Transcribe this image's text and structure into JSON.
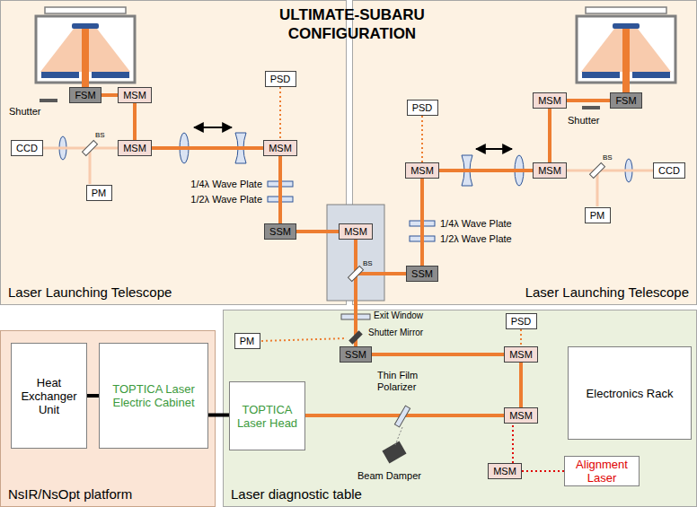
{
  "diagram": {
    "title": "ULTIMATE-SUBARU CONFIGURATION",
    "nodes": [
      {
        "text": [
          "Laser Launching Telescope"
        ]
      },
      {
        "text": [
          "FSM"
        ],
        "in": 0
      },
      {
        "text": [
          "MSM"
        ],
        "in": 0
      },
      {
        "text": [
          "MSM"
        ],
        "in": 0
      },
      {
        "text": [
          "MSM"
        ],
        "in": 0
      },
      {
        "text": [
          "PSD"
        ],
        "in": 0
      },
      {
        "text": [
          "SSM"
        ],
        "in": 0
      },
      {
        "text": [
          "CCD"
        ],
        "in": 0
      },
      {
        "text": [
          "PM"
        ],
        "in": 0
      },
      {
        "text": [
          "Laser Launching Telescope"
        ]
      },
      {
        "text": [
          "PSD"
        ],
        "in": 9
      },
      {
        "text": [
          "MSM"
        ],
        "in": 9
      },
      {
        "text": [
          "MSM"
        ],
        "in": 9
      },
      {
        "text": [
          "MSM"
        ],
        "in": 9
      },
      {
        "text": [
          "FSM"
        ],
        "in": 9
      },
      {
        "text": [
          "SSM"
        ],
        "in": 9
      },
      {
        "text": [
          "CCD"
        ],
        "in": 9
      },
      {
        "text": [
          "PM"
        ],
        "in": 9
      },
      {
        "text": [
          "MSM"
        ]
      },
      {
        "text": [
          "Laser diagnostic table"
        ]
      },
      {
        "text": [
          "PM"
        ],
        "in": 19
      },
      {
        "text": [
          "SSM"
        ],
        "in": 19
      },
      {
        "text": [
          "PSD"
        ],
        "in": 19
      },
      {
        "text": [
          "MSM"
        ],
        "in": 19
      },
      {
        "text": [
          "Electronics Rack"
        ],
        "in": 19
      },
      {
        "text": [
          "TOPTICA Laser Head"
        ],
        "in": 19
      },
      {
        "text": [
          "MSM"
        ],
        "in": 19
      },
      {
        "text": [
          "MSM"
        ],
        "in": 19
      },
      {
        "text": [
          "Alignment Laser"
        ],
        "in": 19
      },
      {
        "text": [
          "NsIR/NsOpt platform"
        ]
      },
      {
        "text": [
          "Heat Exchanger Unit"
        ],
        "in": 29
      },
      {
        "text": [
          "TOPTICA Laser Electric Cabinet"
        ],
        "in": 29
      }
    ],
    "edges": [
      {
        "from": 25,
        "to": 26,
        "arrow": "none"
      },
      {
        "from": 26,
        "to": 23,
        "arrow": "none"
      },
      {
        "from": 23,
        "to": 21,
        "arrow": "none"
      },
      {
        "from": 21,
        "to": 18,
        "arrow": "none"
      },
      {
        "from": 18,
        "to": 6,
        "arrow": "none"
      },
      {
        "from": 6,
        "to": 4,
        "arrow": "none"
      },
      {
        "from": 4,
        "to": 3,
        "arrow": "none"
      },
      {
        "from": 3,
        "to": 2,
        "arrow": "none"
      },
      {
        "from": 2,
        "to": 1,
        "arrow": "none"
      },
      {
        "from": 3,
        "to": 7,
        "arrow": "none"
      },
      {
        "from": 5,
        "to": 4,
        "arrow": "none"
      },
      {
        "from": 15,
        "to": 11,
        "arrow": "none"
      },
      {
        "from": 11,
        "to": 13,
        "arrow": "none"
      },
      {
        "from": 13,
        "to": 12,
        "arrow": "none"
      },
      {
        "from": 12,
        "to": 14,
        "arrow": "none"
      },
      {
        "from": 13,
        "to": 16,
        "arrow": "none"
      },
      {
        "from": 10,
        "to": 11,
        "arrow": "none"
      },
      {
        "from": 22,
        "to": 23,
        "arrow": "none"
      },
      {
        "from": 28,
        "to": 27,
        "arrow": "none"
      },
      {
        "from": 27,
        "to": 26,
        "arrow": "none"
      },
      {
        "from": 30,
        "to": 31,
        "arrow": "none"
      },
      {
        "from": 31,
        "to": 25,
        "arrow": "none"
      }
    ],
    "labels": [
      "Shutter",
      "BS",
      "1/4λ Wave Plate",
      "1/2λ Wave Plate",
      "Shutter",
      "BS",
      "1/4λ Wave Plate",
      "1/2λ Wave Plate",
      "BS",
      "Exit Window",
      "Shutter Mirror",
      "Thin Film Polarizer",
      "Beam Damper"
    ]
  }
}
